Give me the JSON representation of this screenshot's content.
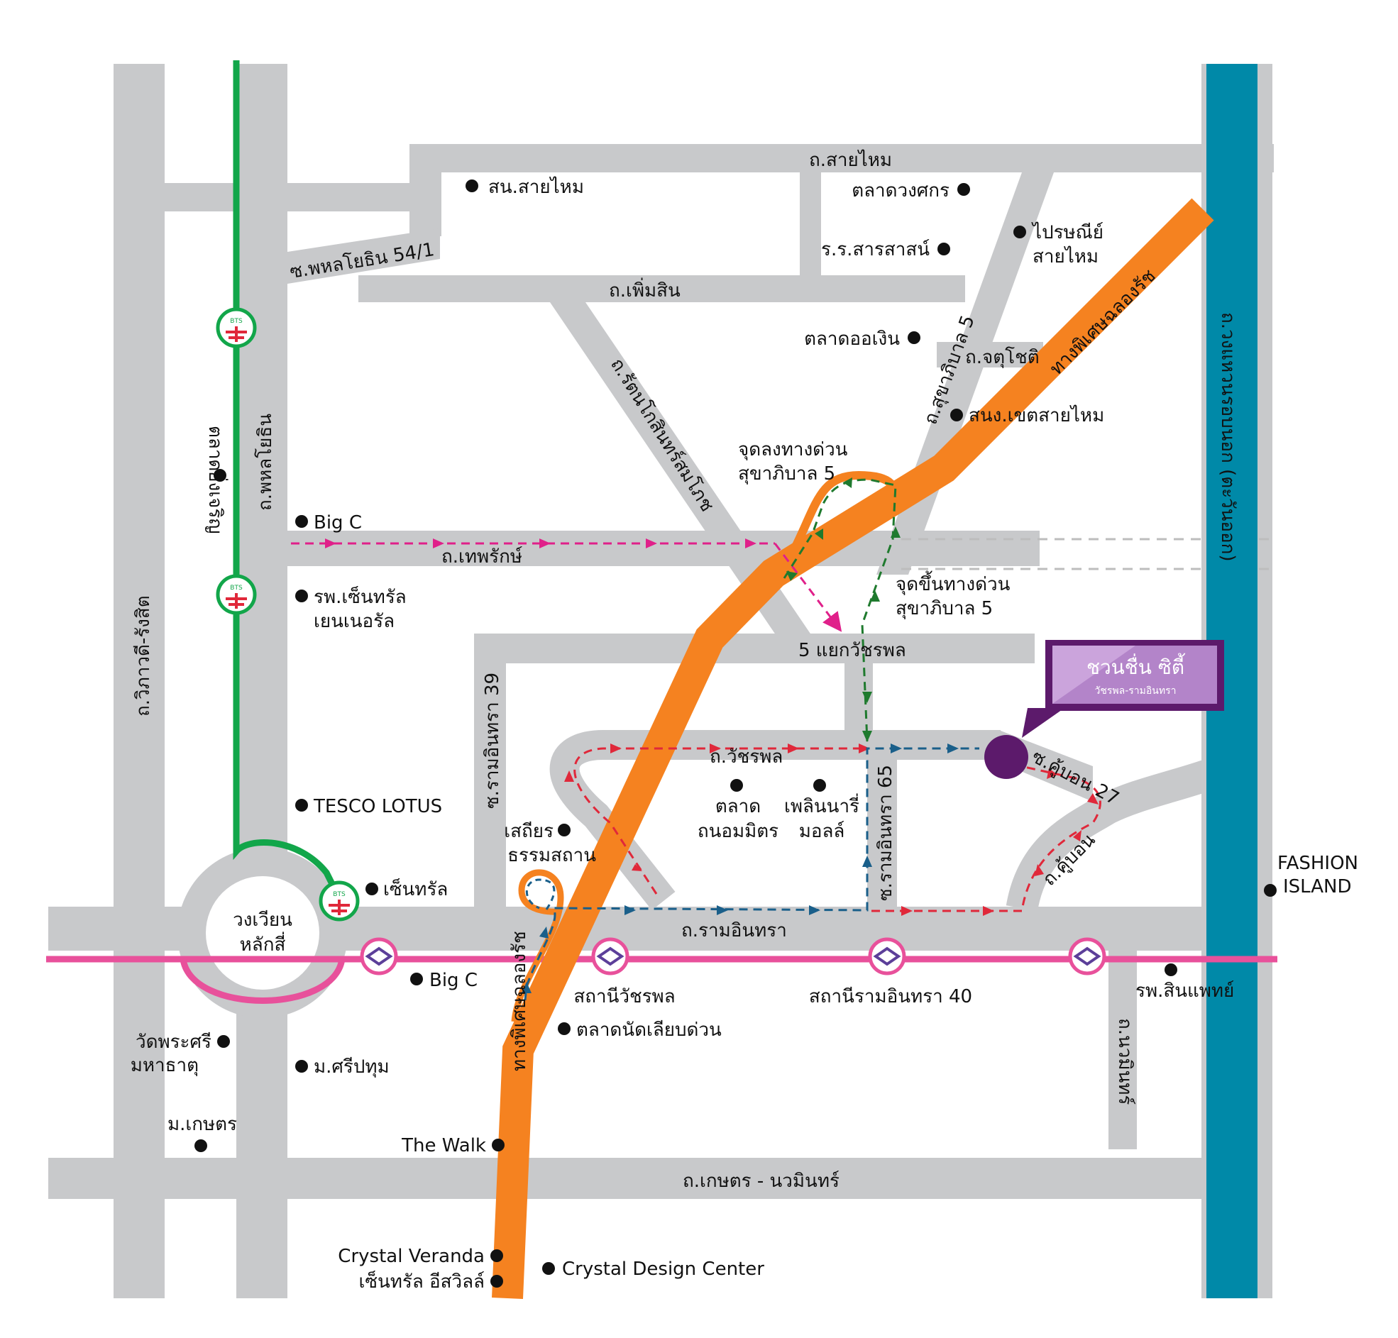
{
  "colors": {
    "road": "#c8c9cb",
    "bts_line": "#12a64a",
    "mrt_line": "#e8519b",
    "expressway": "#f58220",
    "outer_ring": "#0089a8",
    "project": "#5c1a6b",
    "route_pink": "#e0208a",
    "route_green": "#1f7a2e",
    "route_blue": "#1a5f8a",
    "route_red": "#e0283a"
  },
  "roads": {
    "sai_mai": "ถ.สายไหม",
    "phahon_54_1": "ซ.พหลโยธิน 54/1",
    "phoem_sin": "ถ.เพิ่มสิน",
    "rattanakosin": "ถ.รัตนโกสินทร์สมโภช",
    "sukhaphiban_5": "ถ.สุขาภิบาล 5",
    "chatuchot": "ถ.จตุโชติ",
    "phahonyothin": "ถ.พหลโยธิน",
    "vibhavadi": "ถ.วิภาวดี-รังสิต",
    "thepharak": "ถ.เทพรักษ์",
    "ram_inthra_39": "ซ.รามอินทรา 39",
    "watcharaphon": "ถ.วัชรพล",
    "ram_inthra_65": "ซ.รามอินทรา 65",
    "khubon_27": "ซ.คู้บอน 27",
    "khubon": "ถ.คู้บอน",
    "ram_inthra": "ถ.รามอินทรา",
    "kaset_nawamin": "ถ.เกษตร - นวมินทร์",
    "nawamin": "ถ.นวมินทร์",
    "outer_ring": "ถ.วงแหวนรอบนอก (ตะวันออก)",
    "expressway_top": "ทางพิเศษฉลองรัช",
    "expressway_bottom": "ทางพิเศษฉลองรัช",
    "junction": "5 แยกวัชรพล",
    "roundabout": [
      "วงเวียน",
      "หลักสี่"
    ]
  },
  "places": {
    "son_sai_mai": "สน.สายไหม",
    "talat_wongsakorn": "ตลาดวงศกร",
    "ror_sarasas": "ร.ร.สารสาสน์",
    "post_office": [
      "ไปรษณีย์",
      "สายไหม"
    ],
    "talat_or_ngoen": "ตลาดออเงิน",
    "district_office": "สนง.เขตสายไหม",
    "talat_ying_charoen": "ตลาดยิ่งเจริญ",
    "big_c_top": "Big C",
    "hospital_central": [
      "รพ.เซ็นทรัล",
      "เยนเนอรัล"
    ],
    "tesco": "TESCO LOTUS",
    "central": "เซ็นทรัล",
    "sathian": [
      "เสถียร",
      "ธรรมสถาน"
    ],
    "talat_thanon": [
      "ตลาด",
      "ถนอมมิตร"
    ],
    "ploen_nari": [
      "เพลินนารี่",
      "มอลล์"
    ],
    "fashion_island": [
      "FASHION",
      "ISLAND"
    ],
    "big_c_bottom": "Big C",
    "wat_phra_si": [
      "วัดพระศรี",
      "มหาธาตุ"
    ],
    "sripatum": "ม.ศรีปทุม",
    "kasetsart": "ม.เกษตร",
    "talat_nat": "ตลาดนัดเลียบด่วน",
    "the_walk": "The Walk",
    "crystal_veranda": "Crystal Veranda",
    "central_eastville": "เซ็นทรัล อีสวิลล์",
    "crystal_design": "Crystal Design Center",
    "sinphaet": "รพ.สินแพทย์"
  },
  "stations": {
    "watcharaphon": "สถานีวัชรพล",
    "ram_inthra_40": "สถานีรามอินทรา 40"
  },
  "expressway_points": {
    "exit": [
      "จุดลงทางด่วน",
      "สุขาภิบาล 5"
    ],
    "entry": [
      "จุดขึ้นทางด่วน",
      "สุขาภิบาล 5"
    ]
  },
  "project": {
    "name": "ชวนชื่น ซิตี้",
    "subtitle": "วัชรพล-รามอินทรา"
  }
}
